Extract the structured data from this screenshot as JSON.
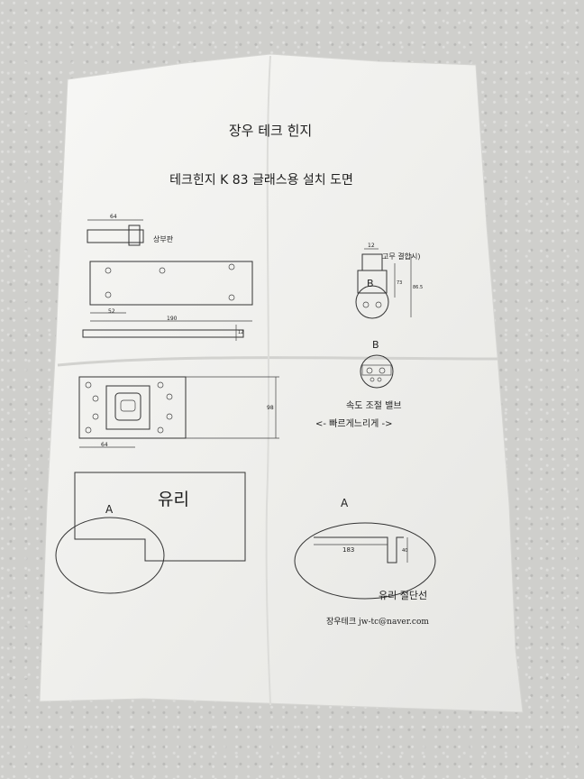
{
  "document": {
    "company_title": "장우 테크 힌지",
    "subtitle": "테크힌지 K 83 글래스용 설치 도면",
    "labels": {
      "top_plate": "상부판",
      "rubber_joint": "고무 결합시)",
      "section_b": "B",
      "speed_valve": "속도 조절 밸브",
      "speed_direction": "<- 빠르게느리게 ->",
      "glass": "유리",
      "section_a_left": "A",
      "section_a_right": "A",
      "glass_cut_line": "유리 절단선"
    },
    "dimensions": {
      "d64_top": "64",
      "d52": "52",
      "d190": "190",
      "d12": "12",
      "d12_side": "12",
      "d73": "73",
      "d86_5": "86.5",
      "d98": "98",
      "d64_bottom": "64",
      "d183": "183",
      "d40": "40"
    },
    "footer": "장우테크 jw-tc@naver.com"
  },
  "colors": {
    "paper": "#f4f4f2",
    "ink": "#1e1e1e",
    "background": "#cfcfcc"
  }
}
